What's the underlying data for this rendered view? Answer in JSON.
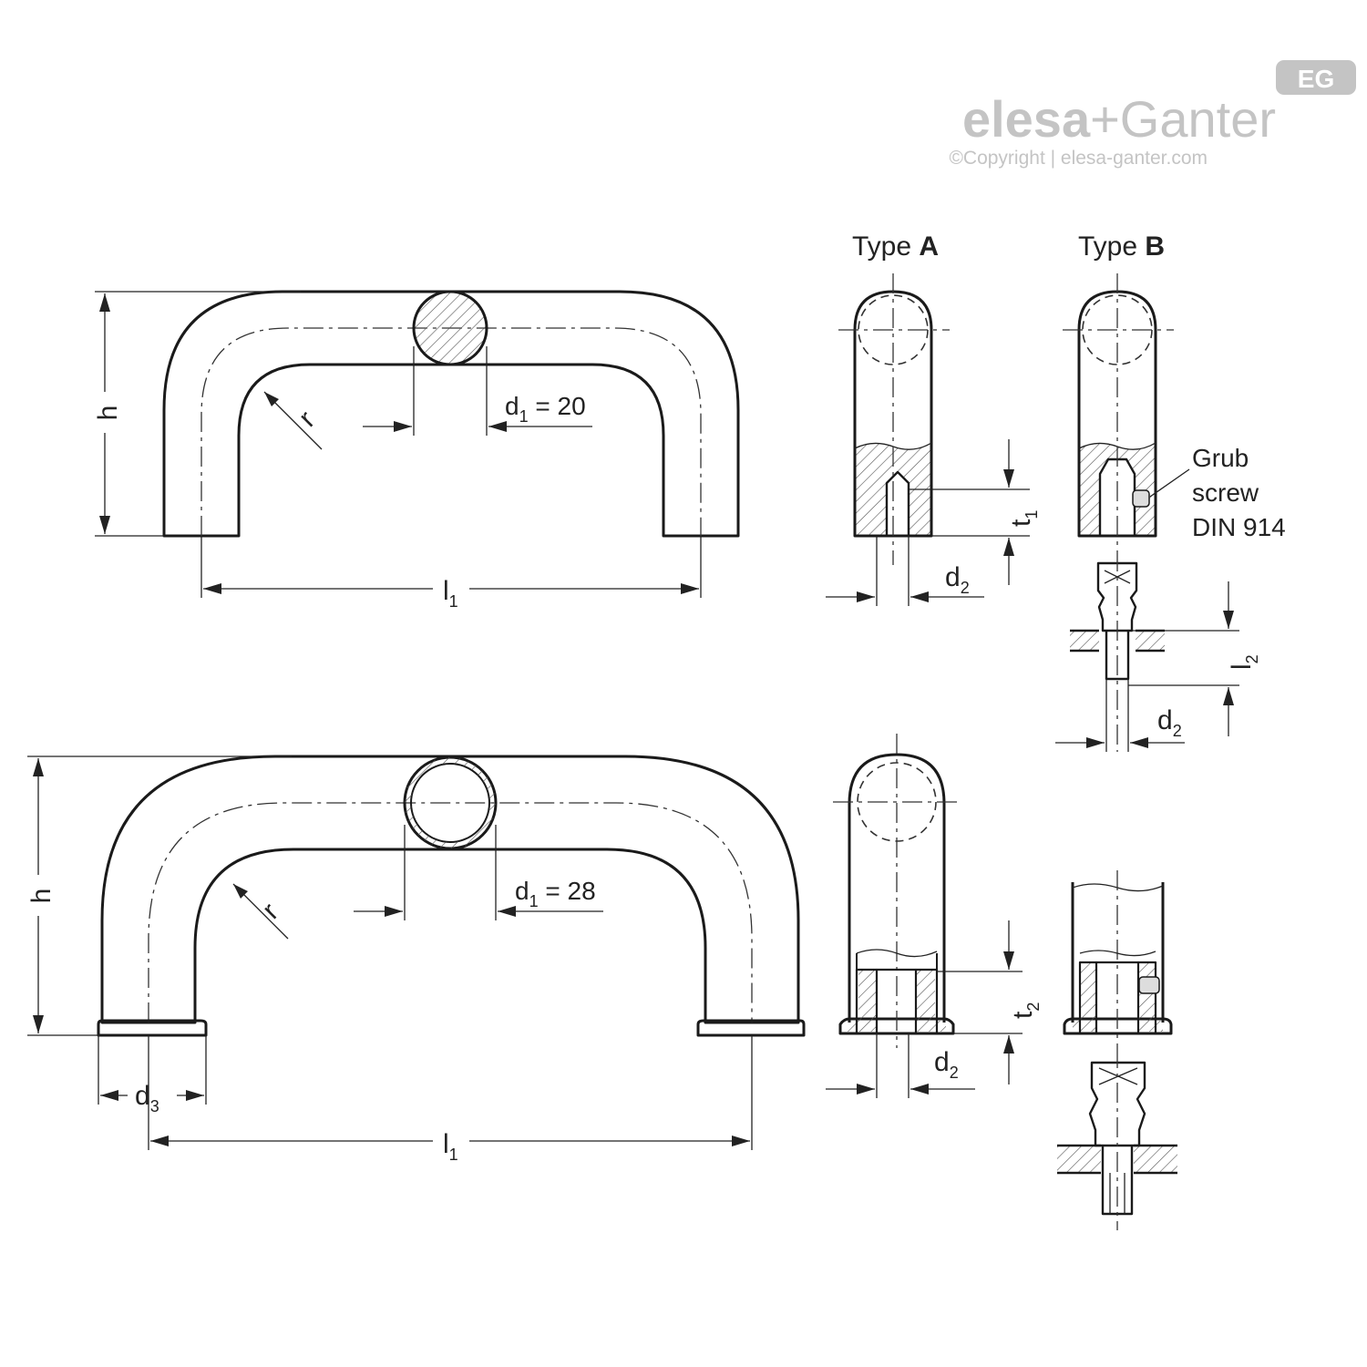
{
  "logo": {
    "brand": "elesa+Ganter",
    "brand_part1": "elesa",
    "brand_part2": "+Ganter",
    "copyright": "©Copyright | elesa-ganter.com",
    "badge": "EG"
  },
  "titles": {
    "type_a_prefix": "Type ",
    "type_a_letter": "A",
    "type_b_prefix": "Type ",
    "type_b_letter": "B"
  },
  "dimensions": {
    "h": "h",
    "r": "r",
    "d1_main": "d",
    "d1_sub": "1",
    "d1_top_value": " = 20",
    "d1_bottom_value": " = 28",
    "l1_main": "l",
    "l1_sub": "1",
    "l2_main": "l",
    "l2_sub": "2",
    "t1_main": "t",
    "t1_sub": "1",
    "t2_main": "t",
    "t2_sub": "2",
    "d2_main": "d",
    "d2_sub": "2",
    "d3_main": "d",
    "d3_sub": "3"
  },
  "notes": {
    "grub_line1": "Grub",
    "grub_line2": "screw",
    "grub_line3": "DIN 914"
  },
  "colors": {
    "line": "#1a1a1a",
    "logo_gray": "#c4c4c4",
    "background": "#ffffff"
  }
}
